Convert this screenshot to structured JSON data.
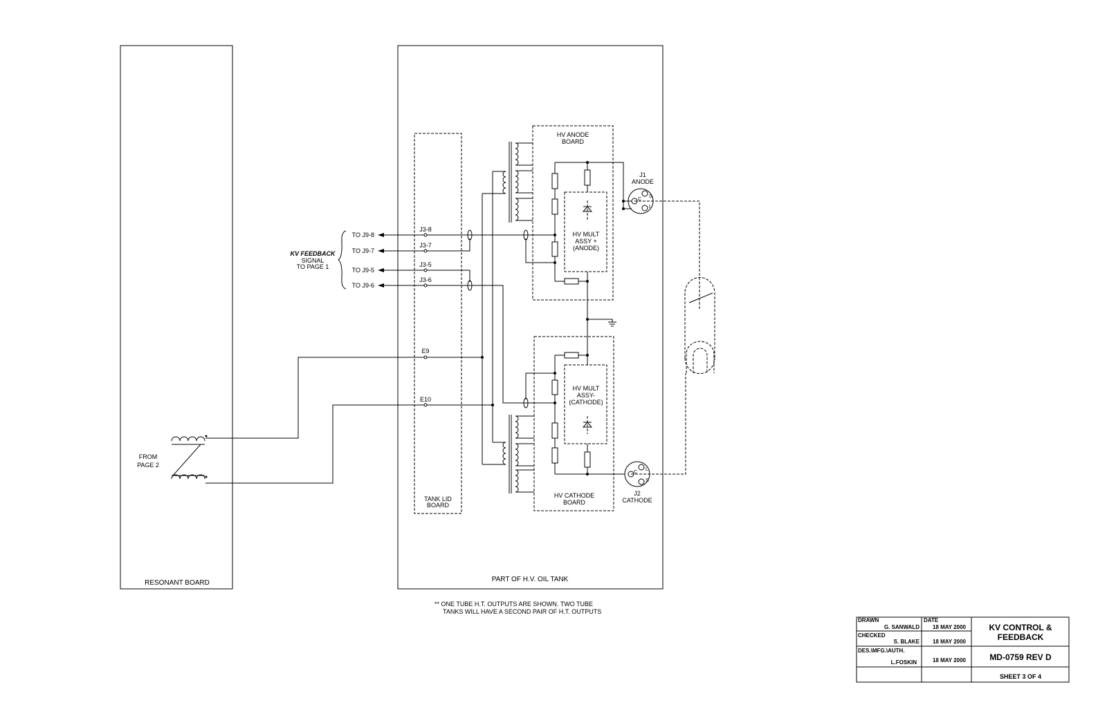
{
  "boards": {
    "resonant": "RESONANT BOARD",
    "oil_tank": "PART OF H.V. OIL TANK",
    "tank_lid": [
      "TANK LID",
      "BOARD"
    ],
    "hv_anode": [
      "HV ANODE",
      "BOARD"
    ],
    "hv_cathode": [
      "HV CATHODE",
      "BOARD"
    ],
    "mult_anode": [
      "HV MULT",
      "ASSY +",
      "(ANODE)"
    ],
    "mult_cathode": [
      "HV MULT",
      "ASSY-",
      "(CATHODE)"
    ]
  },
  "feedback": {
    "title": "KV FEEDBACK",
    "line2": "SIGNAL",
    "line3": "TO PAGE 1",
    "outputs": [
      "TO J9-8",
      "TO J9-7",
      "TO J9-5",
      "TO J9-6"
    ],
    "pins": [
      "J3-8",
      "J3-7",
      "J3-5",
      "J3-6"
    ]
  },
  "terminals": {
    "e9": "E9",
    "e10": "E10"
  },
  "from_page": [
    "FROM",
    "PAGE 2"
  ],
  "connectors": {
    "j1": [
      "J1",
      "ANODE"
    ],
    "j2": [
      "J2",
      "CATHODE"
    ],
    "pins": {
      "s": "S",
      "c": "C",
      "l": "L"
    }
  },
  "note": [
    "** ONE TUBE H.T. OUTPUTS ARE SHOWN. TWO TUBE",
    "TANKS WILL HAVE A SECOND PAIR OF H.T. OUTPUTS"
  ],
  "title_block": {
    "drawn_label": "DRAWN",
    "drawn_by": "G. SANWALD",
    "date_label": "DATE",
    "drawn_date": "18 MAY 2000",
    "checked_label": "CHECKED",
    "checked_by": "S. BLAKE",
    "checked_date": "18 MAY 2000",
    "auth_label": "DES.\\MFG.\\AUTH.",
    "auth_by": "L.FOSKIN",
    "auth_date": "18 MAY 2000",
    "title": [
      "KV CONTROL &",
      "FEEDBACK"
    ],
    "doc_number": "MD-0759 REV D",
    "sheet": "SHEET 3 OF 4"
  }
}
